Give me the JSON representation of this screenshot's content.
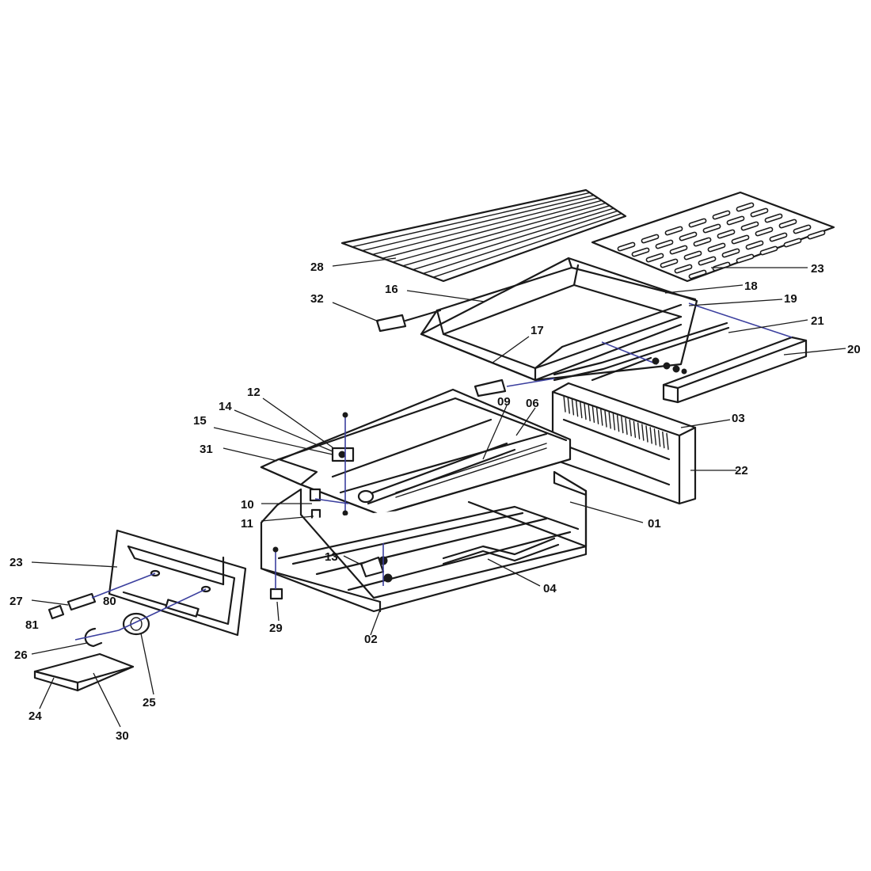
{
  "callouts": {
    "c01": "01",
    "c02": "02",
    "c03": "03",
    "c04": "04",
    "c06": "06",
    "c09": "09",
    "c10": "10",
    "c11": "11",
    "c12": "12",
    "c13": "13",
    "c14": "14",
    "c15": "15",
    "c16": "16",
    "c17": "17",
    "c18": "18",
    "c19": "19",
    "c20": "20",
    "c21": "21",
    "c22": "22",
    "c23a": "23",
    "c23b": "23",
    "c24": "24",
    "c25": "25",
    "c26": "26",
    "c27": "27",
    "c28": "28",
    "c29": "29",
    "c30": "30",
    "c31": "31",
    "c32": "32",
    "c80": "80",
    "c81": "81"
  },
  "colors": {
    "line": "#1a1a1a",
    "axis": "#3b3f9e",
    "background": "#ffffff"
  }
}
